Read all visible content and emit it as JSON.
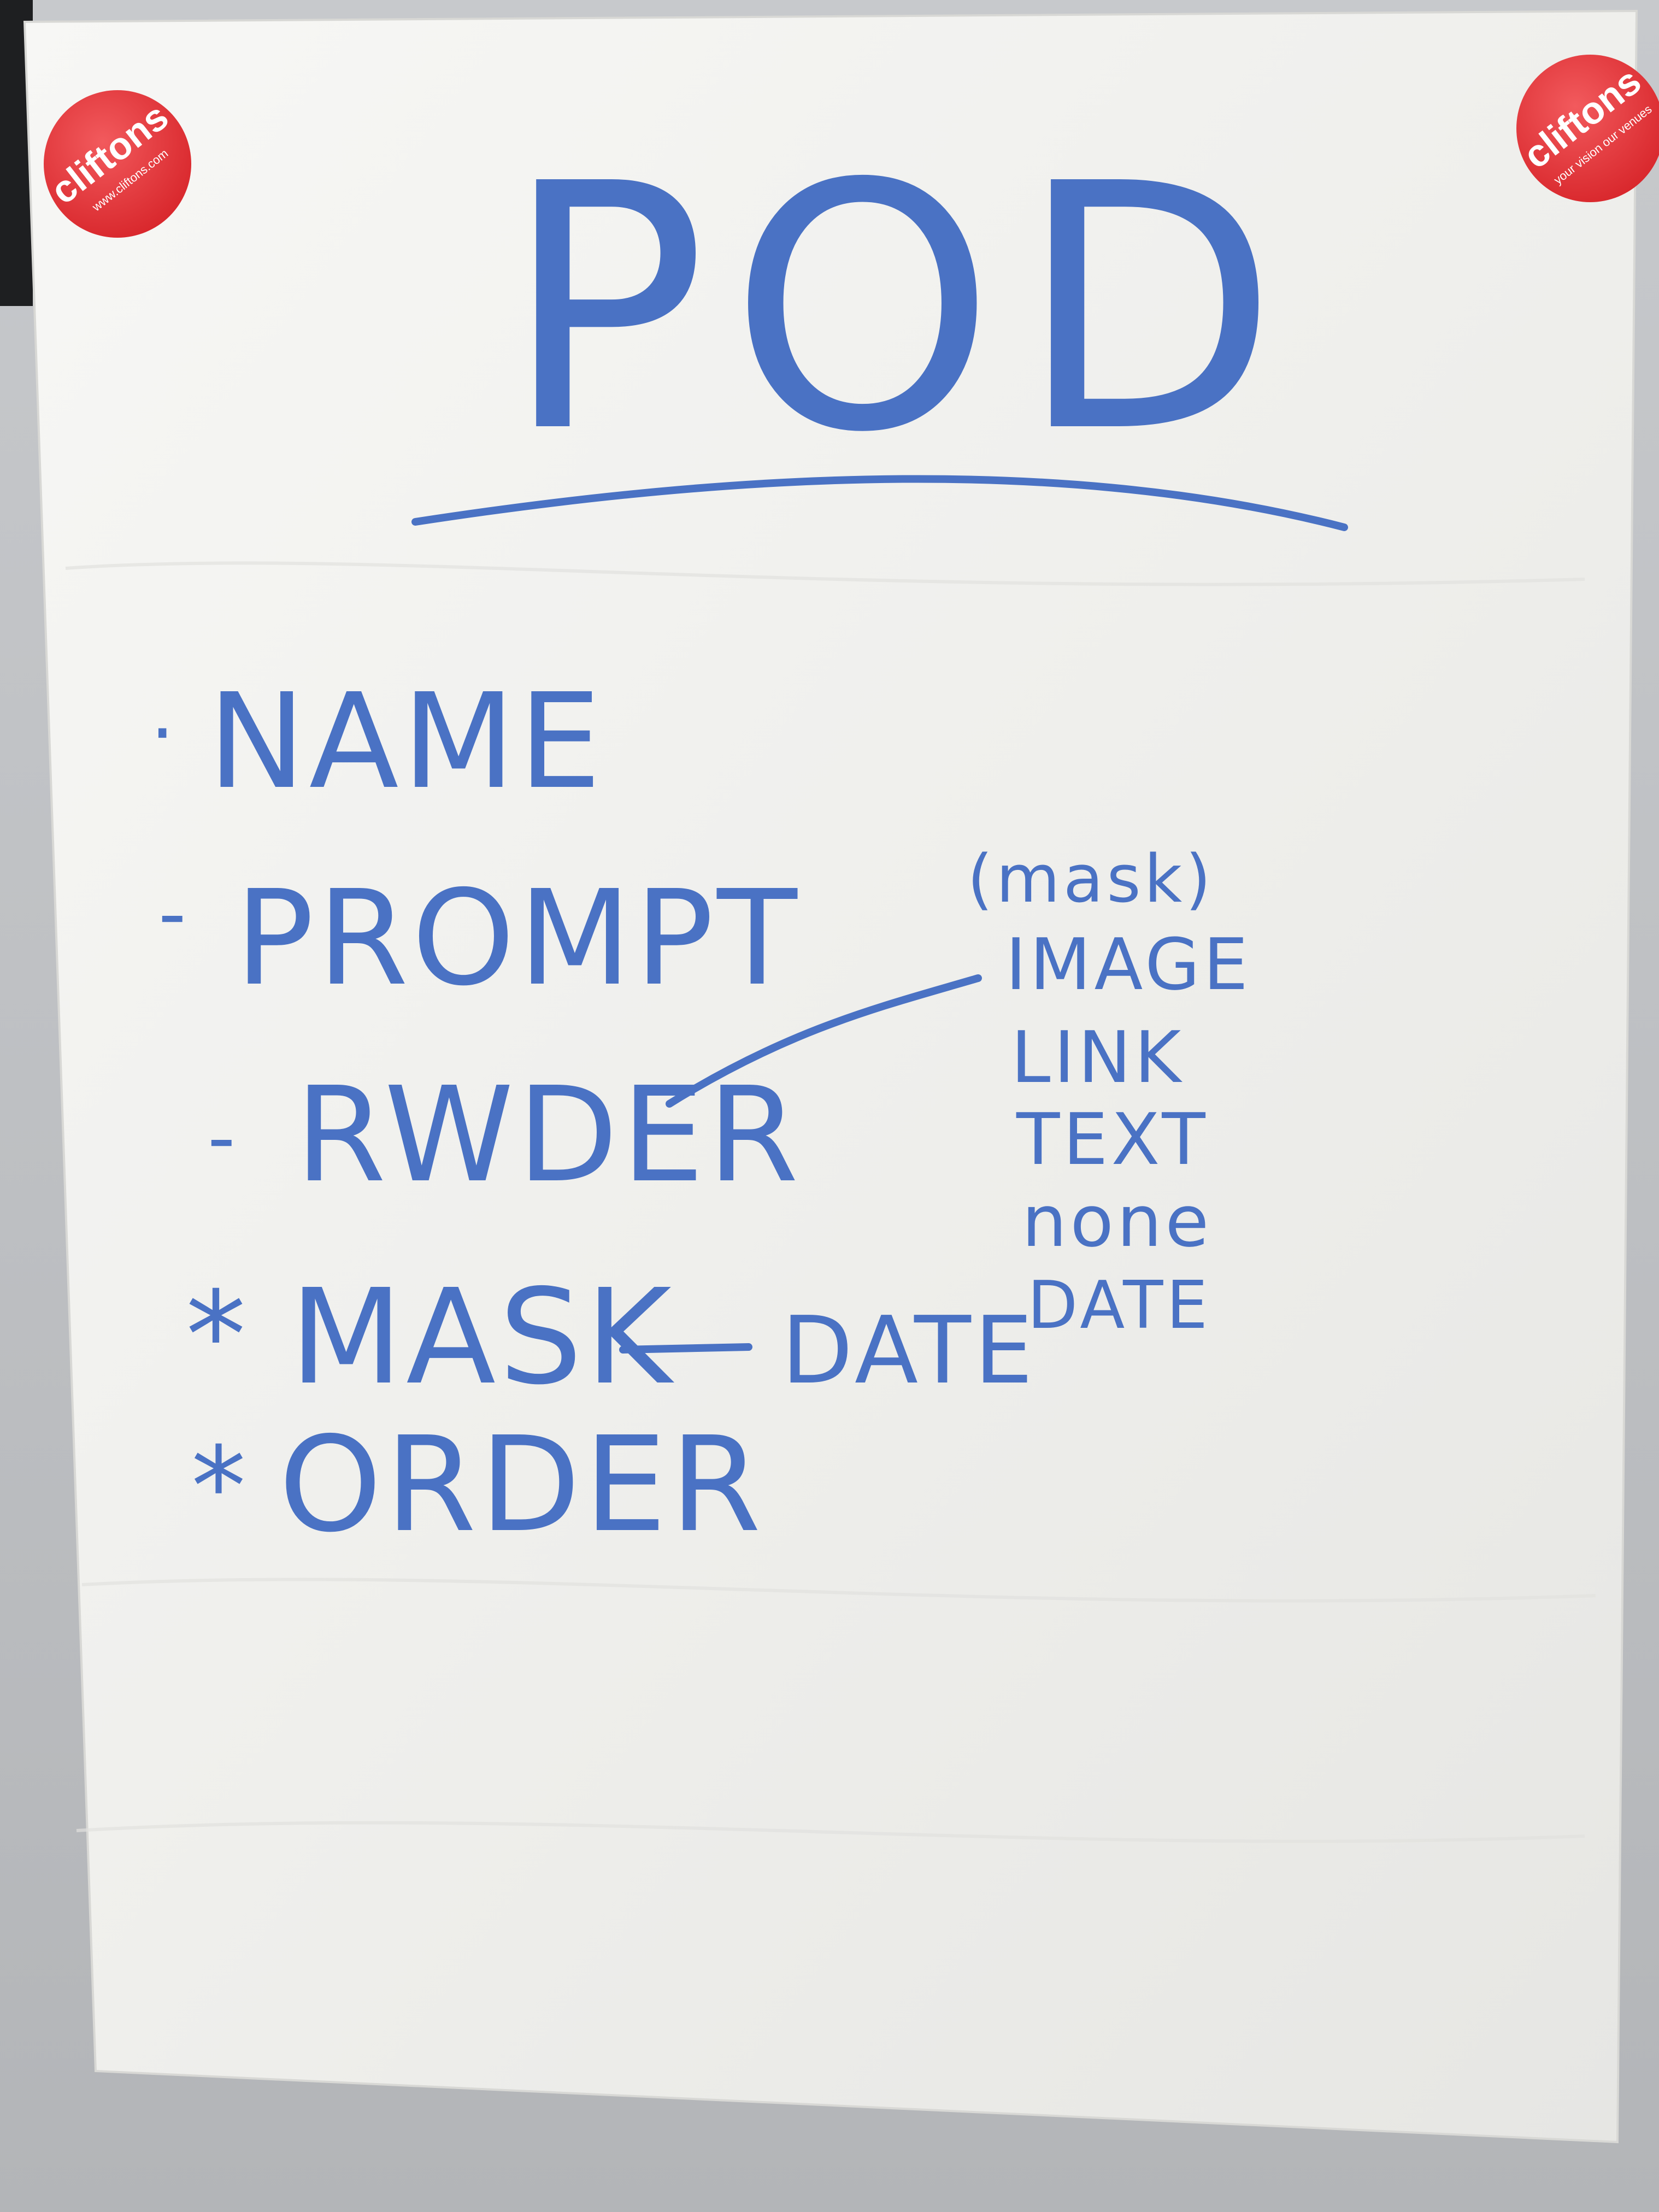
{
  "title": "POD",
  "list_items": [
    {
      "bullet": "·",
      "label": "NAME"
    },
    {
      "bullet": "-",
      "label": "PROMPT"
    },
    {
      "bullet": "-",
      "label": "RWDER"
    },
    {
      "bullet": "*",
      "label": "MASK"
    },
    {
      "bullet": "*",
      "label": "ORDER"
    }
  ],
  "mask_branch": "DATE",
  "render_options": {
    "header": "(mask)",
    "items": [
      "IMAGE",
      "LINK",
      "TEXT",
      "none",
      "DATE"
    ]
  },
  "magnets": {
    "left": {
      "brand": "cliftons",
      "url": "www.cliftons.com"
    },
    "right": {
      "brand": "cliftons",
      "tagline": "your vision our venues"
    }
  },
  "colors": {
    "ink": "#4a72c4",
    "magnet": "#e8393d",
    "paper": "#f3f3f1"
  }
}
